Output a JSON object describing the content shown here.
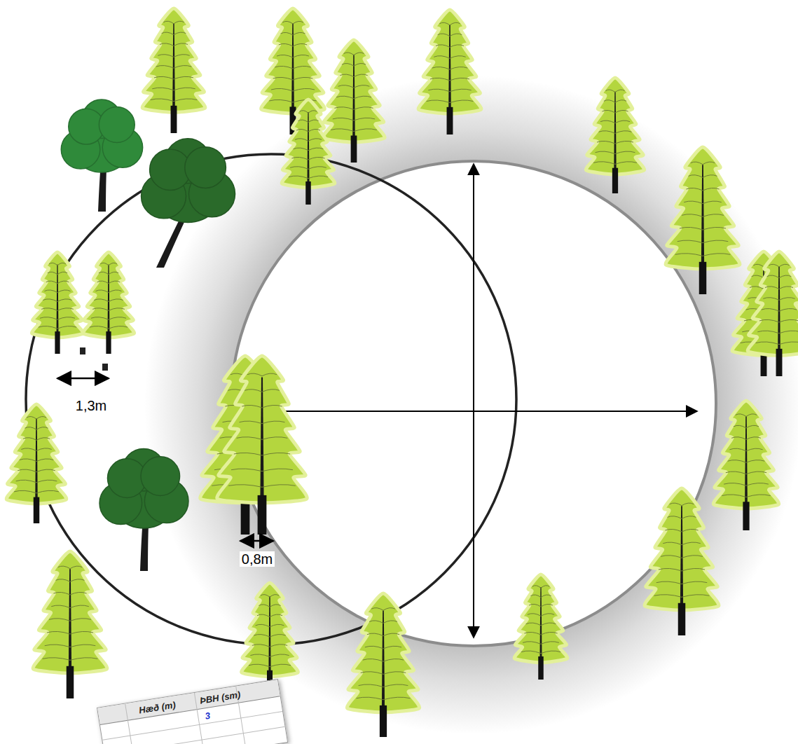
{
  "diagram": {
    "labels": [
      "1,3m",
      "0,8m",
      "Hæð (m)",
      "ÞBH (sm)",
      "3"
    ]
  }
}
